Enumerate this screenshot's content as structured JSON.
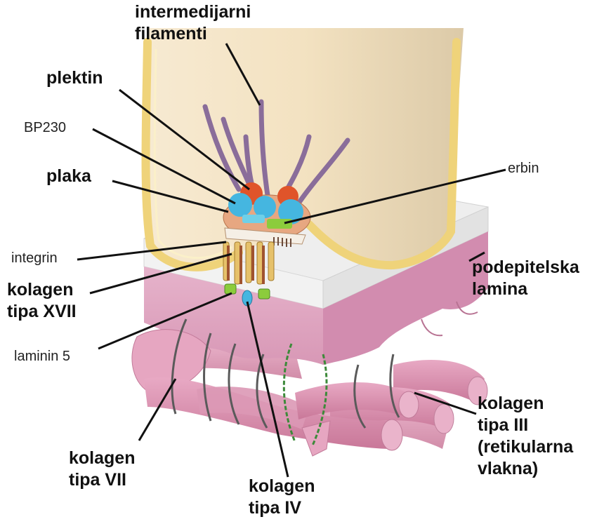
{
  "labels": {
    "intermediate_filaments": [
      "intermedijarni",
      "filamenti"
    ],
    "plectin": "plektin",
    "bp230": "BP230",
    "plaque": "plaka",
    "erbin": "erbin",
    "integrin": "integrin",
    "collagen_xvii": [
      "kolagen",
      "tipa XVII"
    ],
    "basal_lamina": [
      "podepitelska",
      "lamina"
    ],
    "laminin5": "laminin 5",
    "collagen_iii": [
      "kolagen",
      "tipa III",
      "(retikularna",
      "vlakna)"
    ],
    "collagen_vii": [
      "kolagen",
      "tipa VII"
    ],
    "collagen_iv": [
      "kolagen",
      "tipa IV"
    ]
  },
  "colors": {
    "cell_fill": "#f4e3c4",
    "cell_border": "#f0d67a",
    "lamina_top": "#ececec",
    "lamina_side": "#e8b8cf",
    "fibril": "#d98fae",
    "filament": "#8a6d9a",
    "plaque_red": "#e0542a",
    "plaque_blue": "#45b6e0",
    "erbin_green": "#8ccc3c",
    "leader_line": "#111111"
  }
}
